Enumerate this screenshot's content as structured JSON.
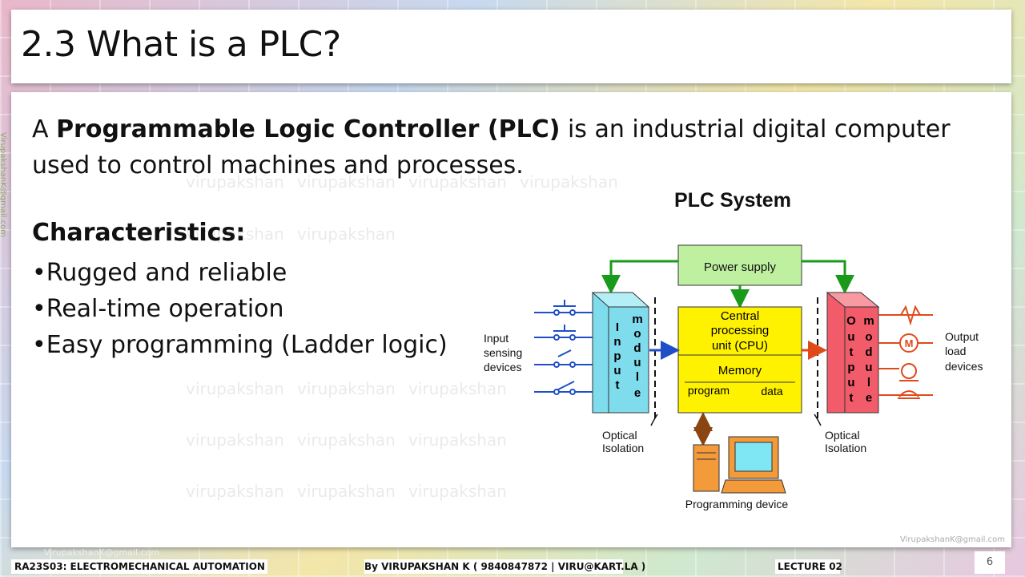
{
  "slide": {
    "title": "2.3 What is a PLC?",
    "intro_a": "A ",
    "intro_bold": "Programmable Logic Controller (PLC)",
    "intro_rest": " is an industrial digital computer used to control machines and processes.",
    "characteristics_heading": "Characteristics:",
    "bullets": [
      "Rugged and reliable",
      "Real-time operation",
      "Easy programming (Ladder logic)"
    ]
  },
  "diagram": {
    "title": "PLC System",
    "power_supply": "Power supply",
    "cpu_lines": [
      "Central",
      "processing",
      "unit (CPU)"
    ],
    "memory": "Memory",
    "program": "program",
    "data": "data",
    "input_module_letters": [
      "I",
      "n",
      "p",
      "u",
      "t"
    ],
    "module_letters": [
      "m",
      "o",
      "d",
      "u",
      "l",
      "e"
    ],
    "output_module_letters": [
      "O",
      "u",
      "t",
      "p",
      "u",
      "t"
    ],
    "input_devices_lines": [
      "Input",
      "sensing",
      "devices"
    ],
    "output_devices_lines": [
      "Output",
      "load",
      "devices"
    ],
    "optical_isolation_lines": [
      "Optical",
      "Isolation"
    ],
    "programming_device": "Programming device",
    "motor_label": "M",
    "colors": {
      "input_module": "#7fdcec",
      "output_module": "#f25c6a",
      "cpu": "#fff200",
      "power": "#bff0a0",
      "arrow_green": "#1a9a1a",
      "arrow_blue": "#1f4fc8",
      "arrow_red": "#e04a1a",
      "arrow_brown": "#8b4513",
      "pc_orange": "#f39a3a",
      "screen": "#7fe6f4"
    }
  },
  "watermark": {
    "word": "virupakshan",
    "email": "VirupakshanK@gmail.com"
  },
  "footer": {
    "course": "RA23S03:   ELECTROMECHANICAL AUTOMATION",
    "author": "By VIRUPAKSHAN K ( 9840847872   | VIRU@KART.LA )",
    "lecture": "LECTURE 02",
    "page": "6",
    "email": "VirupakshanK@gmail.com"
  }
}
